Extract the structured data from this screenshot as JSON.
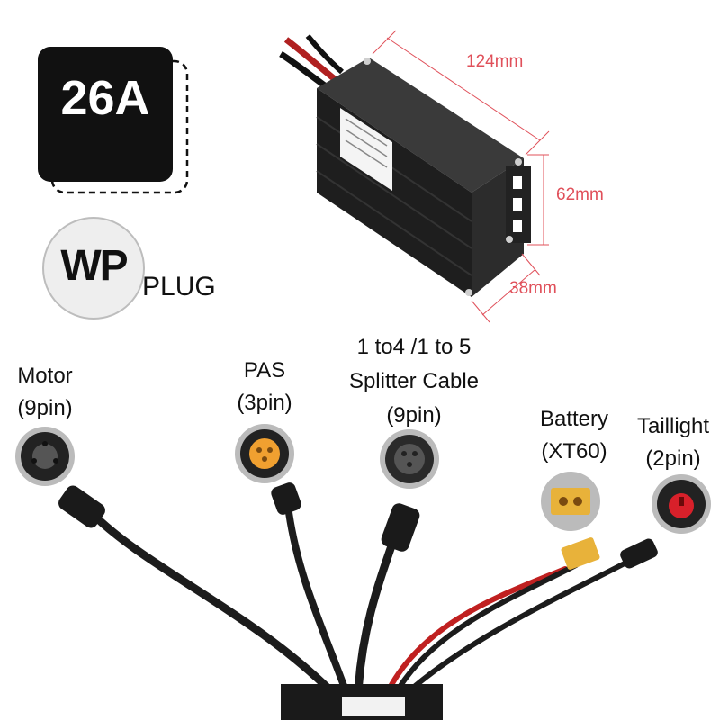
{
  "badge": {
    "amperage": "26A"
  },
  "plug_badge": {
    "wp": "WP",
    "plug": "PLUG"
  },
  "dimensions": {
    "length": "124mm",
    "height": "62mm",
    "width": "38mm"
  },
  "connectors": {
    "motor": {
      "name": "Motor",
      "pins": "(9pin)"
    },
    "pas": {
      "name": "PAS",
      "pins": "(3pin)"
    },
    "splitter": {
      "line1": "1 to4 /1 to 5",
      "line2": "Splitter Cable",
      "pins": "(9pin)"
    },
    "battery": {
      "name": "Battery",
      "pins": "(XT60)"
    },
    "taillight": {
      "name": "Taillight",
      "pins": "(2pin)"
    }
  },
  "colors": {
    "dimension_lines": "#e0505a",
    "badge_bg": "#111111",
    "pas_insert": "#f0a030",
    "taillight_insert": "#d8202a",
    "xt60": "#e8b23a"
  }
}
